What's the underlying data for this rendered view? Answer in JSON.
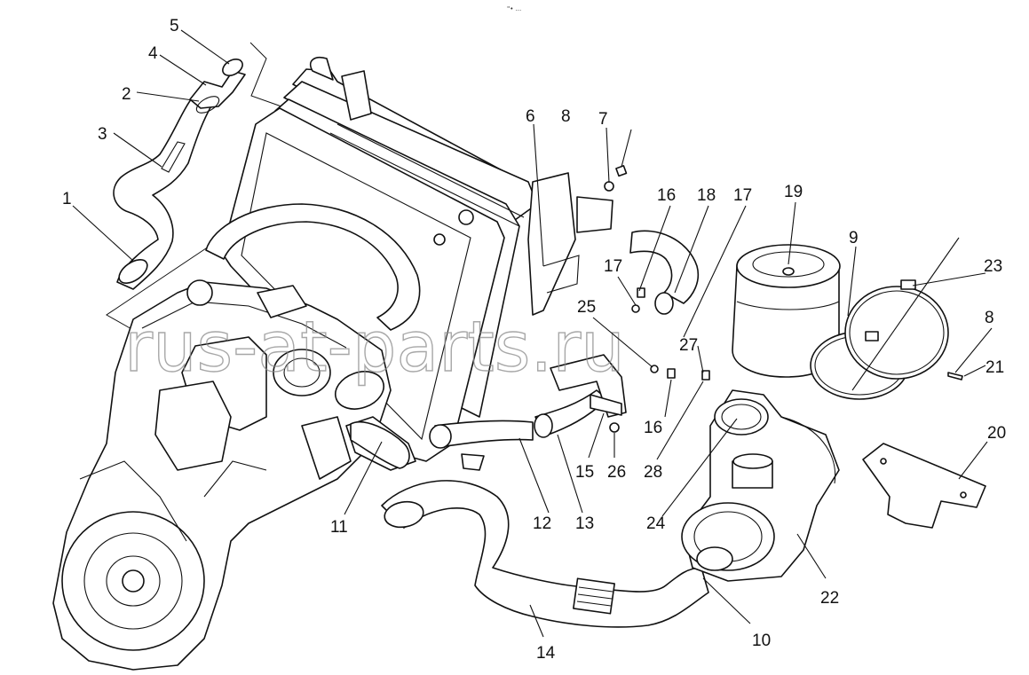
{
  "header_mark": "\"• ...",
  "watermark": "rus-at-parts.ru",
  "callouts": {
    "c1": "1",
    "c2": "2",
    "c3": "3",
    "c4": "4",
    "c5": "5",
    "c6": "6",
    "c7": "7",
    "c8a": "8",
    "c8b": "8",
    "c9": "9",
    "c10": "10",
    "c11": "11",
    "c12": "12",
    "c13": "13",
    "c14": "14",
    "c15": "15",
    "c16a": "16",
    "c16b": "16",
    "c17a": "17",
    "c17b": "17",
    "c18": "18",
    "c19": "19",
    "c20": "20",
    "c21": "21",
    "c22": "22",
    "c23": "23",
    "c24": "24",
    "c25": "25",
    "c26": "26",
    "c27": "27",
    "c28": "28"
  }
}
